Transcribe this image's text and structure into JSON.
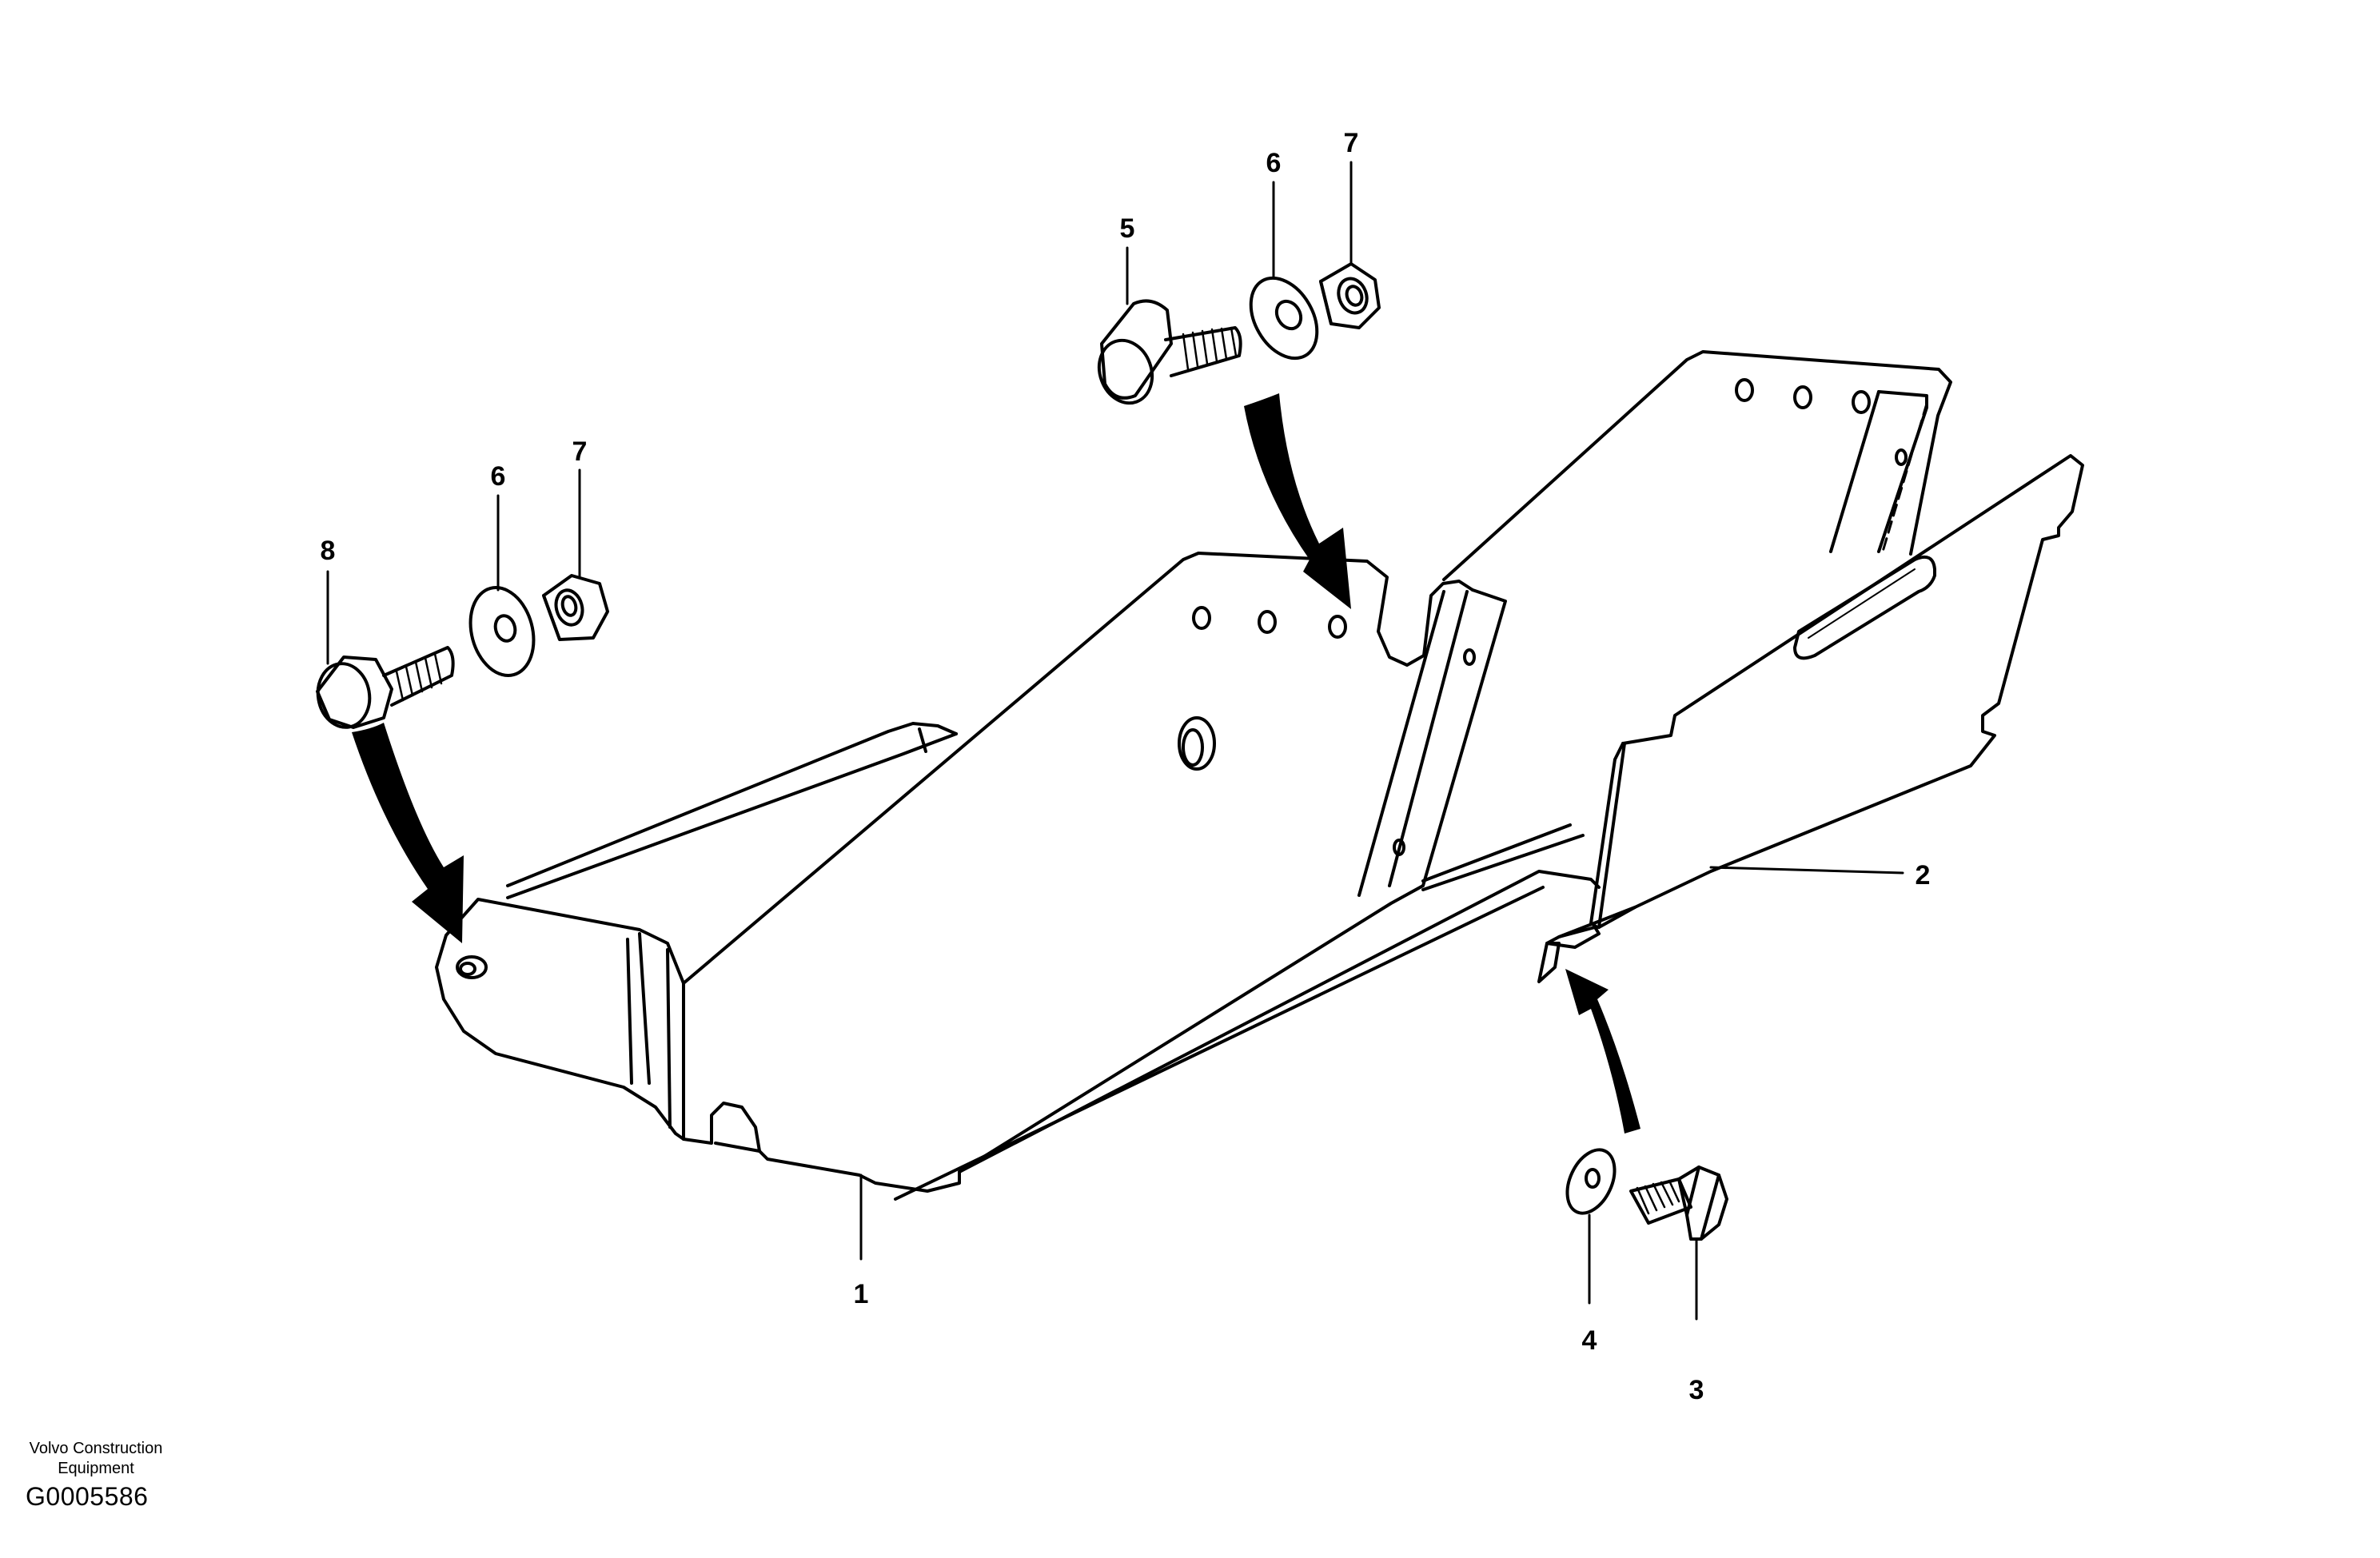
{
  "diagram": {
    "callouts": {
      "c1": "1",
      "c2": "2",
      "c3": "3",
      "c4": "4",
      "c5": "5",
      "c6a": "6",
      "c7a": "7",
      "c6b": "6",
      "c7b": "7",
      "c8": "8"
    }
  },
  "footer": {
    "brand_line1": "Volvo Construction",
    "brand_line2": "Equipment",
    "code": "G0005586"
  },
  "colors": {
    "line": "#000000",
    "background": "#ffffff"
  }
}
